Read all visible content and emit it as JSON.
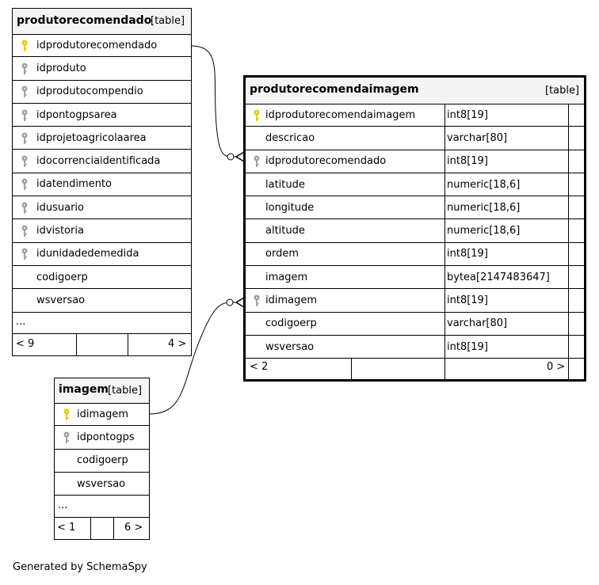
{
  "tables": {
    "produtorecomendado": {
      "name": "produtorecomendado",
      "tag": "[table]",
      "columns": [
        {
          "name": "idprodutorecomendado",
          "key": "primary"
        },
        {
          "name": "idproduto",
          "key": "foreign"
        },
        {
          "name": "idprodutocompendio",
          "key": "foreign"
        },
        {
          "name": "idpontogpsarea",
          "key": "foreign"
        },
        {
          "name": "idprojetoagricolaarea",
          "key": "foreign"
        },
        {
          "name": "idocorrenciaidentificada",
          "key": "foreign"
        },
        {
          "name": "idatendimento",
          "key": "foreign"
        },
        {
          "name": "idusuario",
          "key": "foreign"
        },
        {
          "name": "idvistoria",
          "key": "foreign"
        },
        {
          "name": "idunidadedemedida",
          "key": "foreign"
        },
        {
          "name": "codigoerp",
          "key": "none"
        },
        {
          "name": "wsversao",
          "key": "none"
        }
      ],
      "more": "...",
      "footer": {
        "left": "< 9",
        "right": "4 >"
      }
    },
    "produtorecomendaimagem": {
      "name": "produtorecomendaimagem",
      "tag": "[table]",
      "columns": [
        {
          "name": "idprodutorecomendaimagem",
          "type": "int8[19]",
          "key": "primary"
        },
        {
          "name": "descricao",
          "type": "varchar[80]",
          "key": "none"
        },
        {
          "name": "idprodutorecomendado",
          "type": "int8[19]",
          "key": "foreign"
        },
        {
          "name": "latitude",
          "type": "numeric[18,6]",
          "key": "none"
        },
        {
          "name": "longitude",
          "type": "numeric[18,6]",
          "key": "none"
        },
        {
          "name": "altitude",
          "type": "numeric[18,6]",
          "key": "none"
        },
        {
          "name": "ordem",
          "type": "int8[19]",
          "key": "none"
        },
        {
          "name": "imagem",
          "type": "bytea[2147483647]",
          "key": "none"
        },
        {
          "name": "idimagem",
          "type": "int8[19]",
          "key": "foreign"
        },
        {
          "name": "codigoerp",
          "type": "varchar[80]",
          "key": "none"
        },
        {
          "name": "wsversao",
          "type": "int8[19]",
          "key": "none"
        }
      ],
      "footer": {
        "left": "< 2",
        "right": "0 >"
      }
    },
    "imagem": {
      "name": "imagem",
      "tag": "[table]",
      "columns": [
        {
          "name": "idimagem",
          "key": "primary"
        },
        {
          "name": "idpontogps",
          "key": "foreign"
        },
        {
          "name": "codigoerp",
          "key": "none"
        },
        {
          "name": "wsversao",
          "key": "none"
        }
      ],
      "more": "...",
      "footer": {
        "left": "< 1",
        "right": "6 >"
      }
    }
  },
  "colors": {
    "primary_key": "#e8c800",
    "foreign_key": "#a0a0a0",
    "header_bg": "#f4f4f4"
  },
  "generated_by": "Generated by SchemaSpy"
}
